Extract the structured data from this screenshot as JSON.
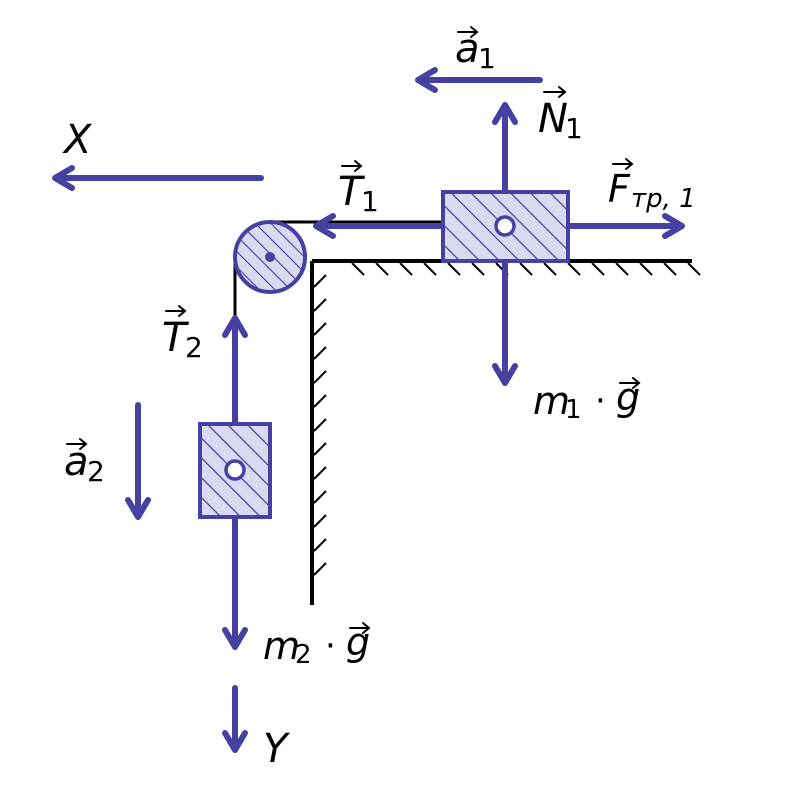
{
  "colors": {
    "vector": "#4640a0",
    "block_fill": "#d9d9f0",
    "ink": "#000000"
  },
  "labels": {
    "a1": {
      "base": "a",
      "sub": "1"
    },
    "N1": {
      "base": "N",
      "sub": "1"
    },
    "X": {
      "base": "X"
    },
    "T1": {
      "base": "T",
      "sub": "1"
    },
    "Ftr1": {
      "base": "F",
      "sub": "тр, 1"
    },
    "T2": {
      "base": "T",
      "sub": "2"
    },
    "a2": {
      "base": "a",
      "sub": "2"
    },
    "m1g": {
      "m": "m",
      "sub": "1",
      "dot": "·",
      "g": "g"
    },
    "m2g": {
      "m": "m",
      "sub": "2",
      "dot": "·",
      "g": "g"
    },
    "Y": {
      "base": "Y"
    }
  }
}
